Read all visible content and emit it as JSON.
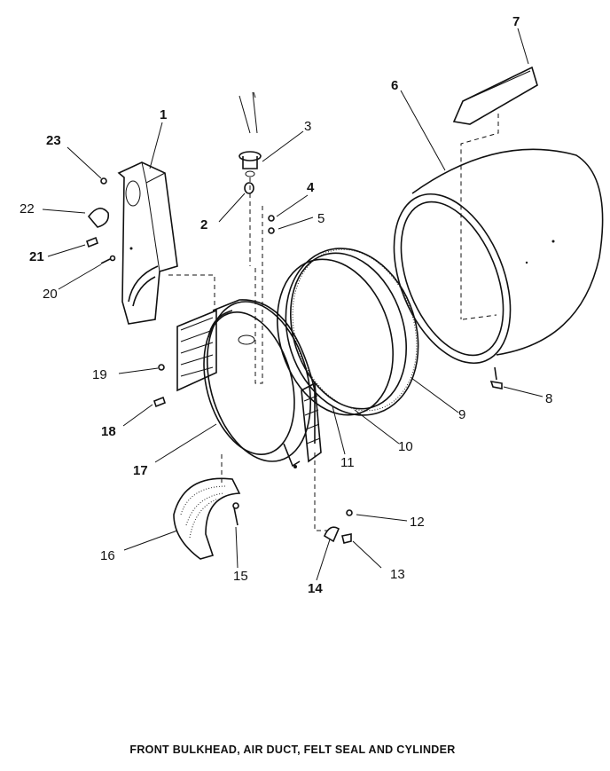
{
  "caption": "FRONT BULKHEAD, AIR DUCT, FELT SEAL AND CYLINDER",
  "callouts": {
    "c1": "1",
    "c2": "2",
    "c3": "3",
    "c4": "4",
    "c5": "5",
    "c6": "6",
    "c7": "7",
    "c8": "8",
    "c9": "9",
    "c10": "10",
    "c11": "11",
    "c12": "12",
    "c13": "13",
    "c14": "14",
    "c15": "15",
    "c16": "16",
    "c17": "17",
    "c18": "18",
    "c19": "19",
    "c20": "20",
    "c21": "21",
    "c22": "22",
    "c23": "23"
  }
}
